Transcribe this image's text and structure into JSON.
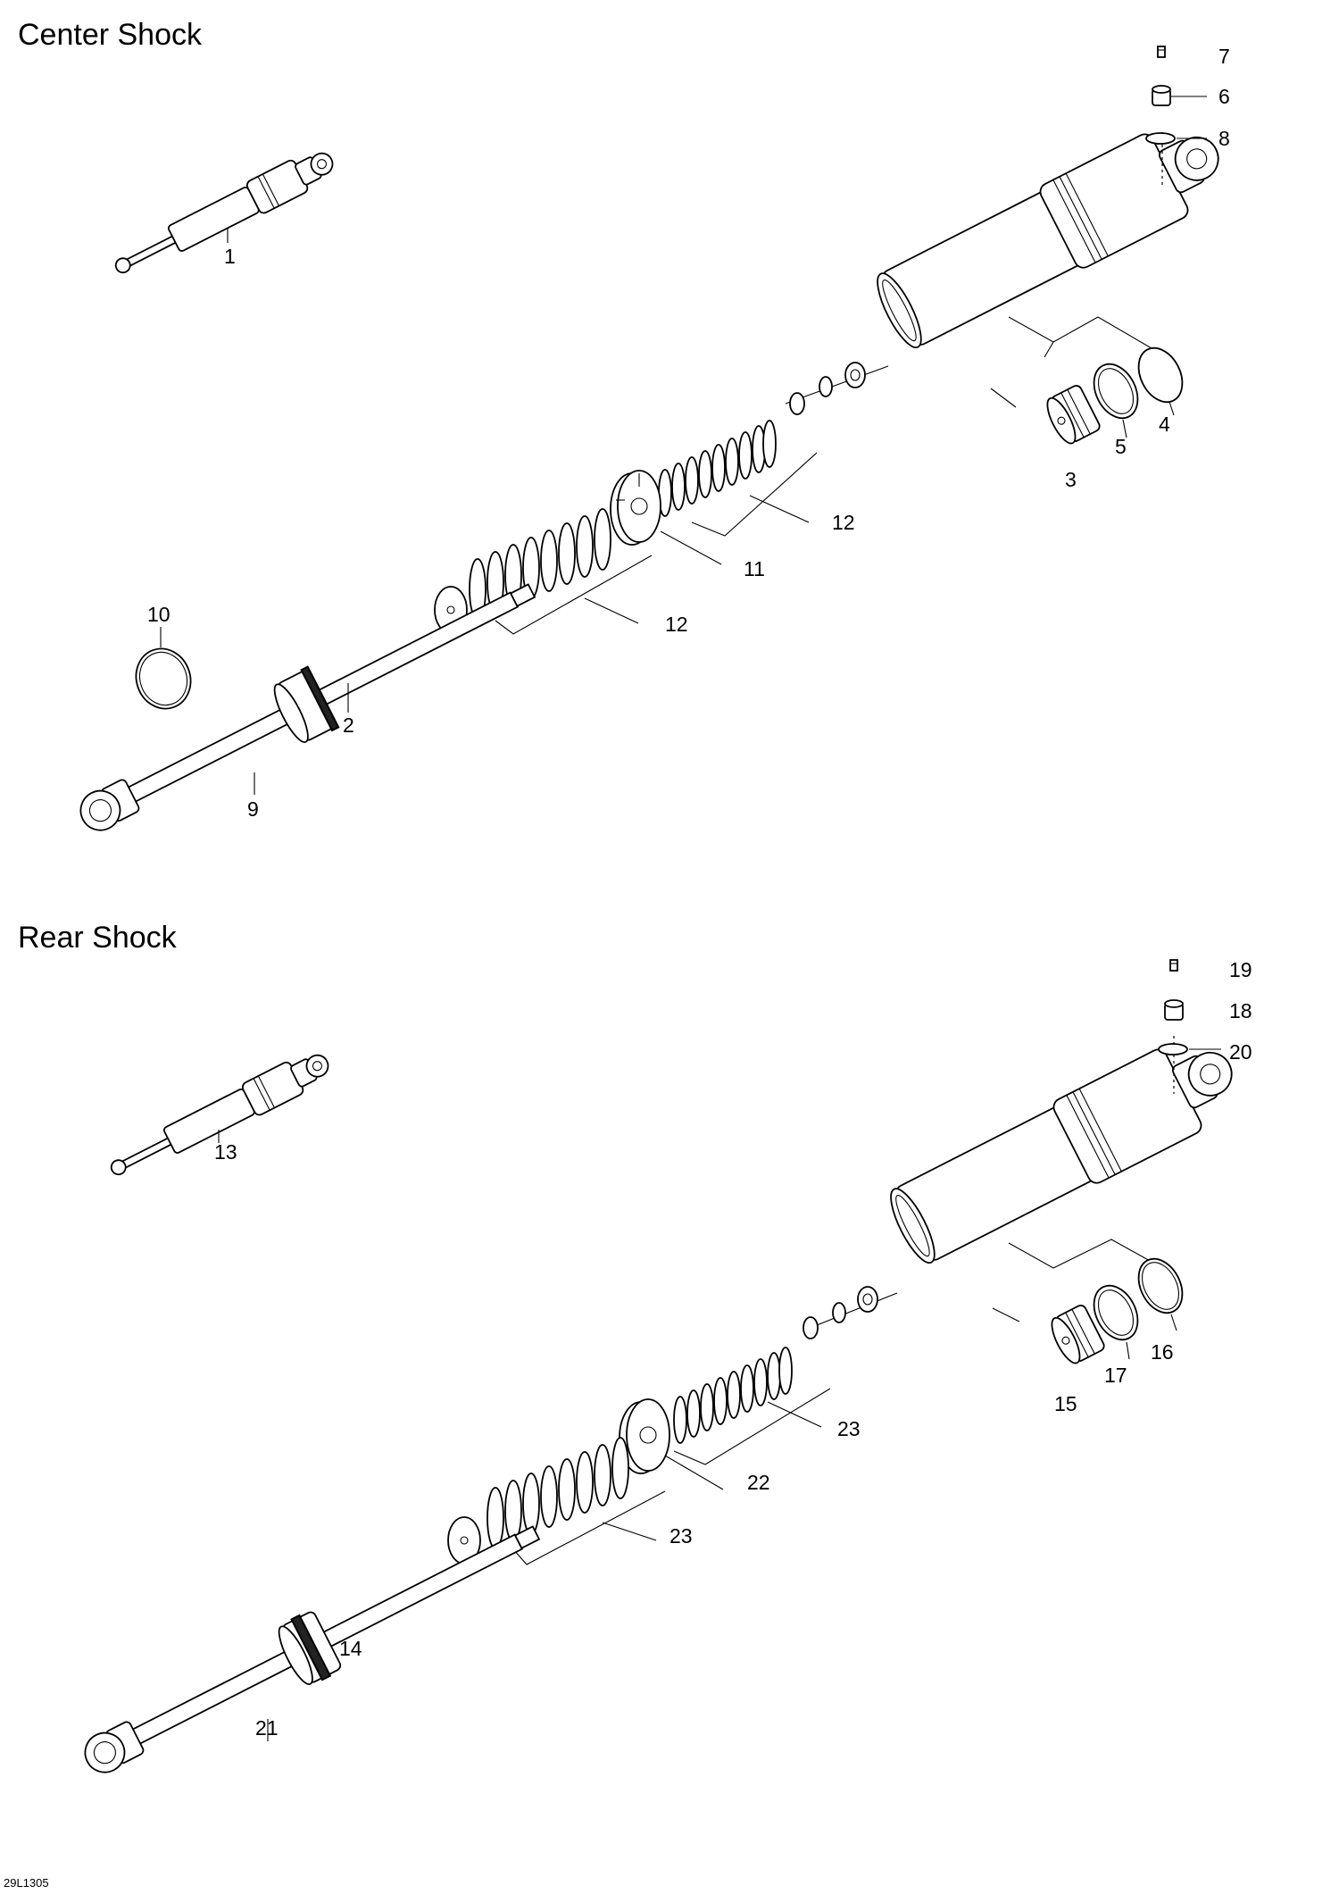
{
  "sections": {
    "center": {
      "title": "Center Shock"
    },
    "rear": {
      "title": "Rear Shock"
    }
  },
  "callouts": {
    "c1": "1",
    "c2": "2",
    "c3": "3",
    "c4": "4",
    "c5": "5",
    "c6": "6",
    "c7": "7",
    "c8": "8",
    "c9": "9",
    "c10": "10",
    "c11": "11",
    "c12a": "12",
    "c12b": "12",
    "c13": "13",
    "c14": "14",
    "c15": "15",
    "c16": "16",
    "c17": "17",
    "c18": "18",
    "c19": "19",
    "c20": "20",
    "c21": "21",
    "c22": "22",
    "c23a": "23",
    "c23b": "23"
  },
  "footer": {
    "code": "29L1305"
  }
}
